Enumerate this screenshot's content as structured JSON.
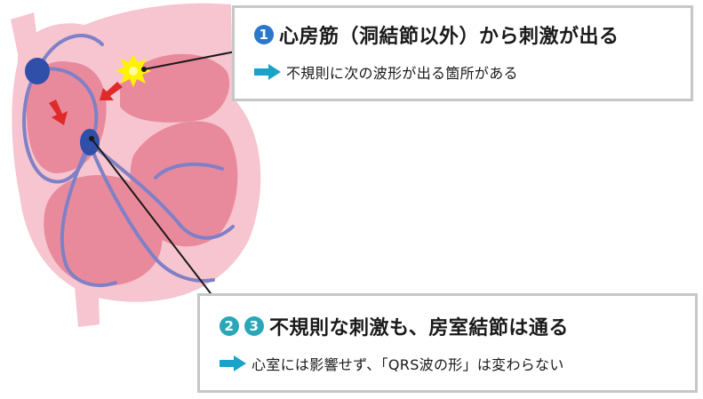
{
  "callout_1": {
    "number": "1",
    "headline": "心房筋（洞結節以外）から刺激が出る",
    "detail": "不規則に次の波形が出る箇所がある"
  },
  "callout_2": {
    "number_a": "2",
    "number_b": "3",
    "headline": "不規則な刺激も、房室結節は通る",
    "detail": "心室には影響せず、「QRS波の形」は変わらない"
  },
  "colors": {
    "heart_outer": "#f6c5cf",
    "heart_chamber": "#e98a9c",
    "conduction": "#8080c6",
    "node": "#2f4fa8",
    "arrow_red": "#e02a2a",
    "spark": "#fff200",
    "accent_blue": "#2b77c9",
    "accent_teal": "#2ba6b8",
    "arrow_cyan": "#1aa3c8"
  }
}
